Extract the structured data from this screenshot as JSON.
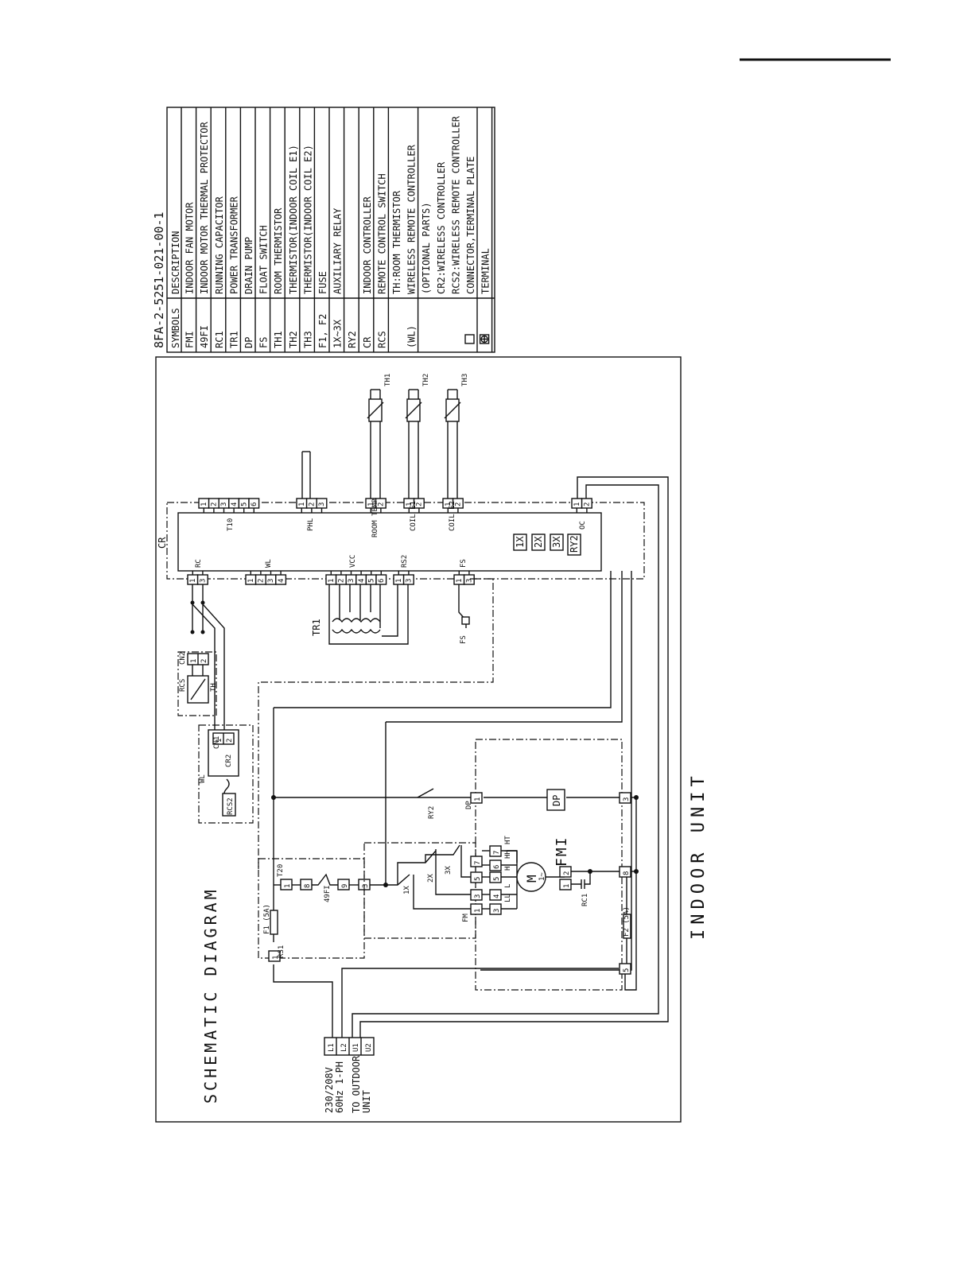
{
  "header_rule": true,
  "legend": {
    "doc_number": "8FA-2-5251-021-00-1",
    "col_symbols": "SYMBOLS",
    "col_description": "DESCRIPTION",
    "rows": [
      {
        "symbol": "FMI",
        "description": "INDOOR FAN MOTOR"
      },
      {
        "symbol": "49FI",
        "description": "INDOOR MOTOR THERMAL PROTECTOR"
      },
      {
        "symbol": "RC1",
        "description": "RUNNING CAPACITOR"
      },
      {
        "symbol": "TR1",
        "description": "POWER TRANSFORMER"
      },
      {
        "symbol": "DP",
        "description": "DRAIN PUMP"
      },
      {
        "symbol": "FS",
        "description": "FLOAT SWITCH"
      },
      {
        "symbol": "TH1",
        "description": "ROOM THERMISTOR"
      },
      {
        "symbol": "TH2",
        "description": "THERMISTOR(INDOOR COIL E1)"
      },
      {
        "symbol": "TH3",
        "description": "THERMISTOR(INDOOR COIL E2)"
      },
      {
        "symbol": "F1, F2",
        "description": "FUSE"
      },
      {
        "symbol": "1X~3X",
        "description": "AUXILIARY RELAY"
      },
      {
        "symbol": "RY2",
        "description": ""
      },
      {
        "symbol": "CR",
        "description": "INDOOR CONTROLLER"
      },
      {
        "symbol": "RCS",
        "description": "REMOTE CONTROL SWITCH"
      },
      {
        "symbol": "",
        "description": "TH:ROOM THERMISTOR"
      },
      {
        "symbol": "(WL)",
        "description": "WIRELESS REMOTE CONTROLLER"
      },
      {
        "symbol": "",
        "description": "(OPTIONAL PARTS)"
      },
      {
        "symbol": "",
        "description": "CR2:WIRELESS CONTROLLER"
      },
      {
        "symbol": "",
        "description": "RCS2:WIRELESS REMOTE CONTROLLER"
      },
      {
        "symbol": "connector-icon",
        "description": "CONNECTOR,TERMINAL PLATE"
      },
      {
        "symbol": "terminal-icon",
        "description": "TERMINAL"
      }
    ]
  },
  "diagram": {
    "title": "SCHEMATIC DIAGRAM",
    "unit_label": "INDOOR UNIT",
    "power_text": [
      "230/208V",
      "60Hz 1-PH",
      "TO OUTDOOR",
      "UNIT"
    ],
    "tb_terminals": [
      "L1",
      "L2",
      "U1",
      "U2"
    ],
    "controller_label": "CR",
    "connectors": {
      "T10": {
        "label": "T10",
        "pins": [
          "1",
          "2",
          "3",
          "4",
          "5",
          "6"
        ]
      },
      "PHL": {
        "label": "PHL",
        "pins": [
          "1",
          "2",
          "3"
        ]
      },
      "ROOM": {
        "label": "ROOM TEMP",
        "pins": [
          "1",
          "2"
        ]
      },
      "COIL1": {
        "label": "COIL E1",
        "pins": [
          "1",
          "2"
        ]
      },
      "COIL2": {
        "label": "COIL E2",
        "pins": [
          "1",
          "2"
        ]
      },
      "OC": {
        "label": "OC",
        "pins": [
          "1",
          "2"
        ]
      },
      "RC": {
        "label": "RC",
        "pins": [
          "1",
          "3"
        ]
      },
      "WL": {
        "label": "WL",
        "pins": [
          "1",
          "2",
          "3",
          "4"
        ]
      },
      "VCC": {
        "label": "VCC",
        "pins": [
          "1",
          "2",
          "3",
          "4",
          "5",
          "6"
        ]
      },
      "RS2": {
        "label": "RS2",
        "pins": [
          "1",
          "3"
        ]
      },
      "FS": {
        "label": "FS",
        "pins": [
          "1",
          "3"
        ]
      }
    },
    "relay_boxes": [
      "1X",
      "2X",
      "3X",
      "RY2"
    ],
    "thermistors": [
      "TH1",
      "TH2",
      "TH3"
    ],
    "tr1_label": "TR1",
    "fs_label": "FS",
    "rcs_label": "RCS",
    "cn2_label": "CN2",
    "cn2_pins": [
      "1",
      "2"
    ],
    "th_label": "TH",
    "wl_label": "WL",
    "cn1_label": "CN1",
    "cn1_pins": [
      "1",
      "2"
    ],
    "cr2_label": "CR2",
    "rcs2_label": "RCS2",
    "ry2_label": "RY2",
    "dp_conn_label": "DP",
    "dp_label": "DP",
    "dp_pins": [
      "1",
      "3",
      "3"
    ],
    "fmi_label": "FMI",
    "motor_label": "M",
    "motor_phase": "1~",
    "fm_label": "FM",
    "fm_pins": [
      "1",
      "3",
      "5",
      "7"
    ],
    "speed_pins": [
      "3",
      "4",
      "5",
      "6",
      "7"
    ],
    "speed_labels": [
      "LL",
      "L",
      "H",
      "HH",
      "HT"
    ],
    "relay_contacts": [
      "1X",
      "2X",
      "3X"
    ],
    "t20_label": "T20",
    "t20_pins": [
      "1",
      "8",
      "9",
      "3"
    ],
    "thermal_label": "49FI",
    "rs1_label": "RS1",
    "rs1_pin": "1",
    "f1_label": "F1 (5A)",
    "f2_label": "F2 (5A)",
    "rc1_label": "RC1",
    "motor_term": [
      "1",
      "2"
    ],
    "right_terms": [
      "8",
      "3",
      "5"
    ]
  }
}
